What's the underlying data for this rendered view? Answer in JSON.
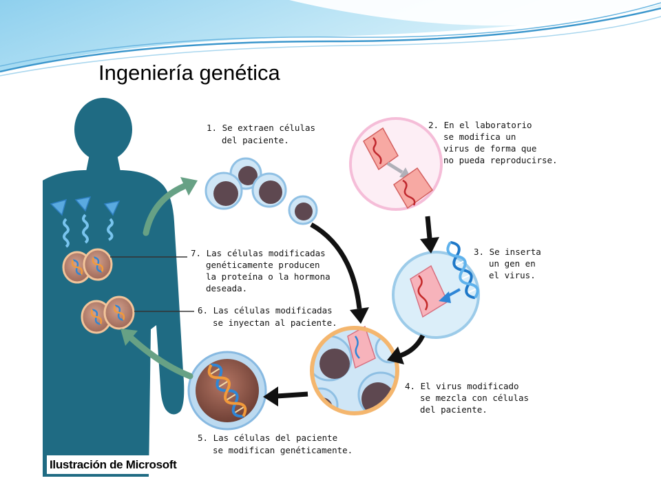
{
  "slide": {
    "title": "Ingeniería genética"
  },
  "diagram": {
    "steps": [
      {
        "lines": [
          "1. Se extraen células",
          "del paciente."
        ]
      },
      {
        "lines": [
          "2. En el laboratorio",
          "se modifica un",
          "virus de forma que",
          "no pueda reproducirse."
        ]
      },
      {
        "lines": [
          "3. Se inserta",
          "un gen en",
          "el virus."
        ]
      },
      {
        "lines": [
          "4. El virus modificado",
          "se mezcla con células",
          "del paciente."
        ]
      },
      {
        "lines": [
          "5. Las células del paciente",
          "se modifican genéticamente."
        ]
      },
      {
        "lines": [
          "6. Las células modificadas",
          "se inyectan al paciente."
        ]
      },
      {
        "lines": [
          "7. Las células modificadas",
          "genéticamente producen",
          "la proteína o la hormona",
          "deseada."
        ]
      }
    ],
    "credit": "Ilustración de Microsoft"
  },
  "colors": {
    "silhouette": "#1f6b83",
    "header_blue": "#3b96cc",
    "arrow_black": "#111111",
    "arrow_green": "#67a185",
    "cell_nucleus": "#5e4850",
    "virus_pink": "#f7a9a3",
    "dna_blue": "#2f86d6",
    "dna_orange": "#f29a3a"
  }
}
